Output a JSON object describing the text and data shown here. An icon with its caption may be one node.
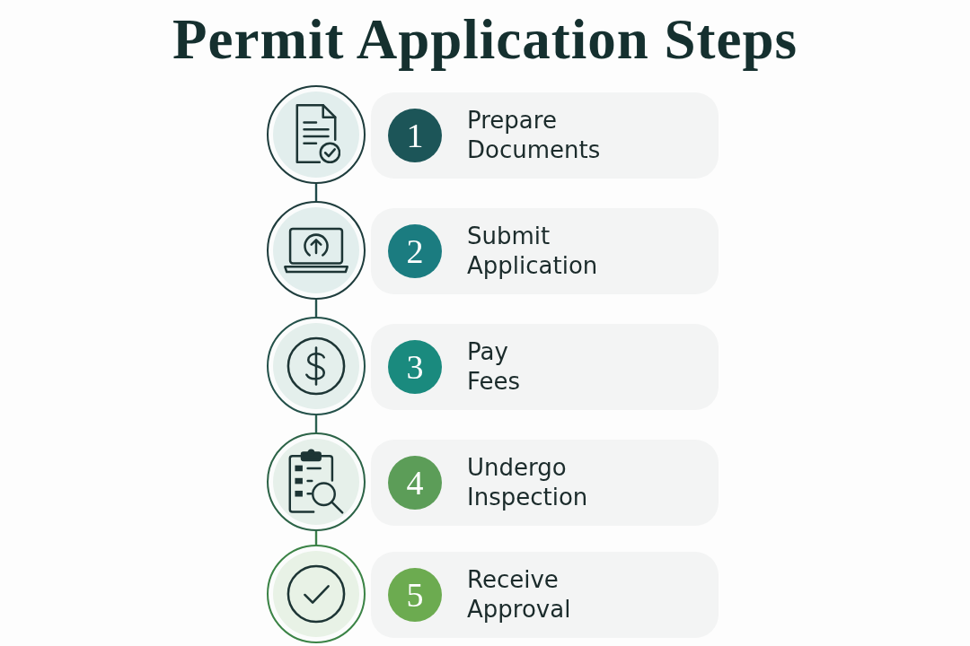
{
  "diagram": {
    "title": "Permit Application Steps",
    "nodes": [
      {
        "text": [],
        "shape": "circle"
      },
      {
        "text": [
          "Prepare Documents"
        ]
      },
      {
        "text": [
          "1"
        ],
        "in": 1
      },
      {
        "text": [],
        "shape": "circle"
      },
      {
        "text": [
          "Submit Application"
        ]
      },
      {
        "text": [
          "2"
        ],
        "in": 4
      },
      {
        "text": [],
        "shape": "circle"
      },
      {
        "text": [
          "Pay Fees"
        ]
      },
      {
        "text": [
          "3"
        ],
        "in": 7
      },
      {
        "text": [],
        "shape": "circle"
      },
      {
        "text": [
          "Undergo Inspection"
        ]
      },
      {
        "text": [
          "4"
        ],
        "in": 10
      },
      {
        "text": [],
        "shape": "circle"
      },
      {
        "text": [
          "Receive Approval"
        ]
      },
      {
        "text": [
          "5"
        ],
        "in": 13
      }
    ],
    "edges": [
      {
        "from": 0,
        "to": 3,
        "arrow": "none"
      },
      {
        "from": 3,
        "to": 6,
        "arrow": "none"
      },
      {
        "from": 6,
        "to": 9,
        "arrow": "none"
      },
      {
        "from": 9,
        "to": 12,
        "arrow": "none"
      }
    ]
  }
}
